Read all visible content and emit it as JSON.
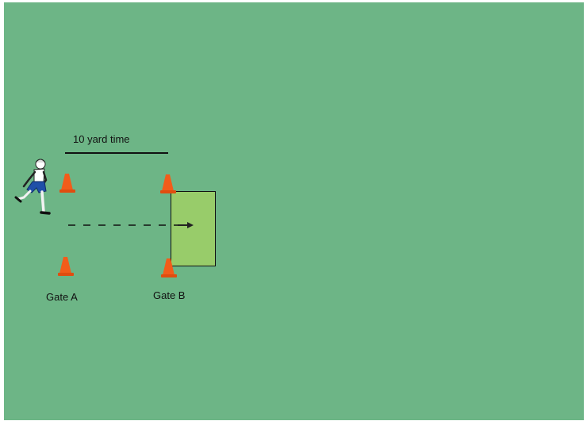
{
  "diagram": {
    "title": "10 yard time",
    "gate_a_label": "Gate A",
    "gate_b_label": "Gate B"
  },
  "colors": {
    "field": "#6db586",
    "finish_zone": "#98cc6a",
    "cone": "#f25c1a",
    "line": "#111111"
  },
  "icons": {
    "runner": "runner-icon",
    "cone": "cone-icon",
    "arrow": "arrow-icon"
  }
}
